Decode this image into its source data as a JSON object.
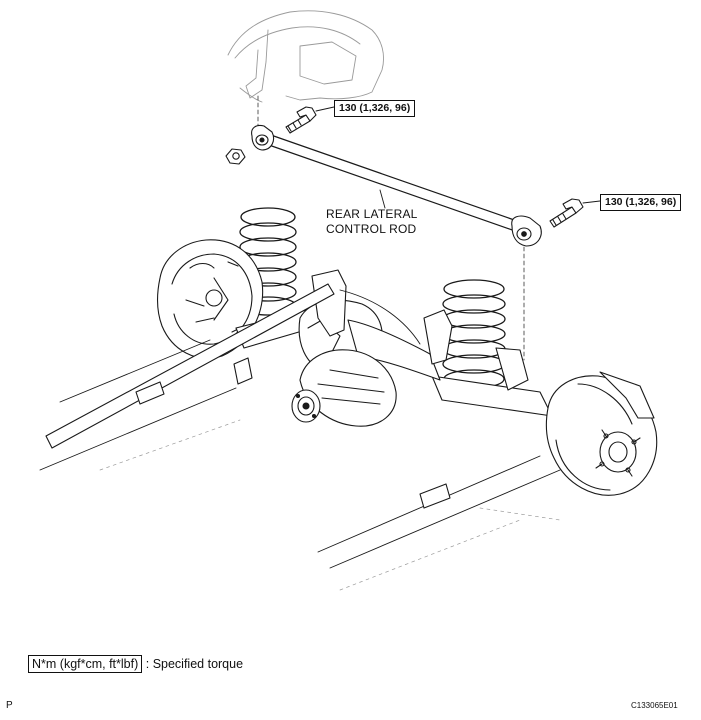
{
  "torque_labels": {
    "upper_bolt": "130 (1,326, 96)",
    "lower_bolt": "130 (1,326, 96)"
  },
  "part_label": {
    "line1": "REAR LATERAL",
    "line2": "CONTROL ROD"
  },
  "legend": {
    "units": "N*m (kgf*cm, ft*lbf)",
    "description": ": Specified torque"
  },
  "corner_left": "P",
  "figure_id": "C133065E01"
}
